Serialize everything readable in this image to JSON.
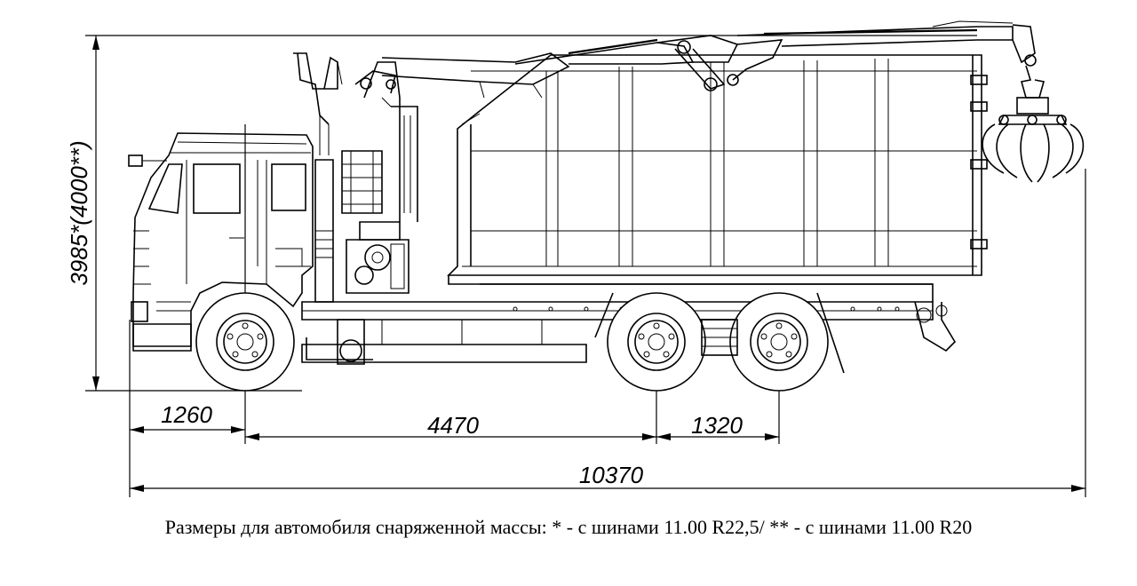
{
  "dimensions": {
    "height": "3985*(4000**)",
    "front_overhang": "1260",
    "wheelbase": "4470",
    "bogie": "1320",
    "overall_length": "10370"
  },
  "caption": "Размеры для автомобиля снаряженной массы: * - с шинами 11.00 R22,5/ ** - с шинами 11.00 R20",
  "colors": {
    "line": "#000000",
    "background": "#ffffff"
  }
}
